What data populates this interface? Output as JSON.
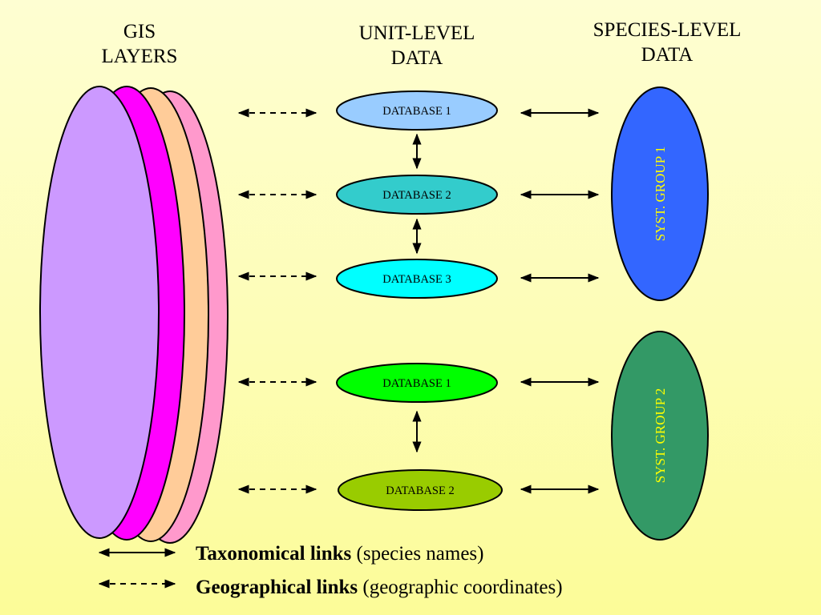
{
  "headings": {
    "gis": "GIS\nLAYERS",
    "unit": "UNIT-LEVEL\nDATA",
    "species": "SPECIES-LEVEL\nDATA"
  },
  "gis_layers": [
    {
      "color": "#ff99cc"
    },
    {
      "color": "#ffcc99"
    },
    {
      "color": "#ff00ff"
    },
    {
      "color": "#cc99ff"
    }
  ],
  "databases_group1": [
    {
      "label": "DATABASE 1",
      "color": "#99ccff"
    },
    {
      "label": "DATABASE 2",
      "color": "#33cccc"
    },
    {
      "label": "DATABASE 3",
      "color": "#00ffff"
    }
  ],
  "databases_group2": [
    {
      "label": "DATABASE 1",
      "color": "#00ff00"
    },
    {
      "label": "DATABASE 2",
      "color": "#99cc00"
    }
  ],
  "systematic_groups": [
    {
      "label": "SYST. GROUP 1",
      "color": "#3366ff",
      "text_color": "#ffff00"
    },
    {
      "label": "SYST. GROUP 2",
      "color": "#339966",
      "text_color": "#ffff00"
    }
  ],
  "legend": {
    "taxonomical": {
      "bold": "Taxonomical links",
      "rest": " (species names)",
      "line_style": "solid"
    },
    "geographical": {
      "bold": "Geographical links",
      "rest": " (geographic coordinates)",
      "line_style": "dashed"
    }
  }
}
